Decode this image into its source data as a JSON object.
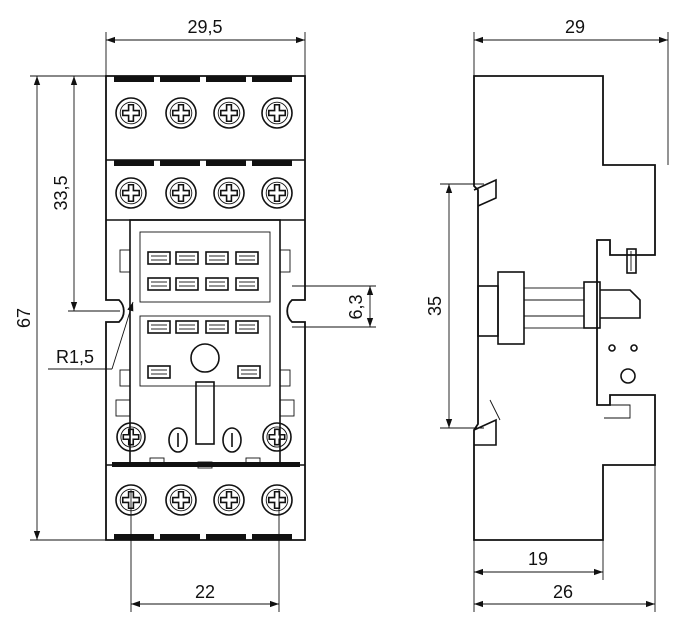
{
  "dimensions": {
    "front_width": "29,5",
    "front_height": "67",
    "upper_offset": "33,5",
    "slot_height": "6,3",
    "radius": "R1,5",
    "pin_spacing": "22",
    "side_depth": "29",
    "rail_width": "35",
    "inner_depth": "19",
    "base_depth": "26"
  }
}
